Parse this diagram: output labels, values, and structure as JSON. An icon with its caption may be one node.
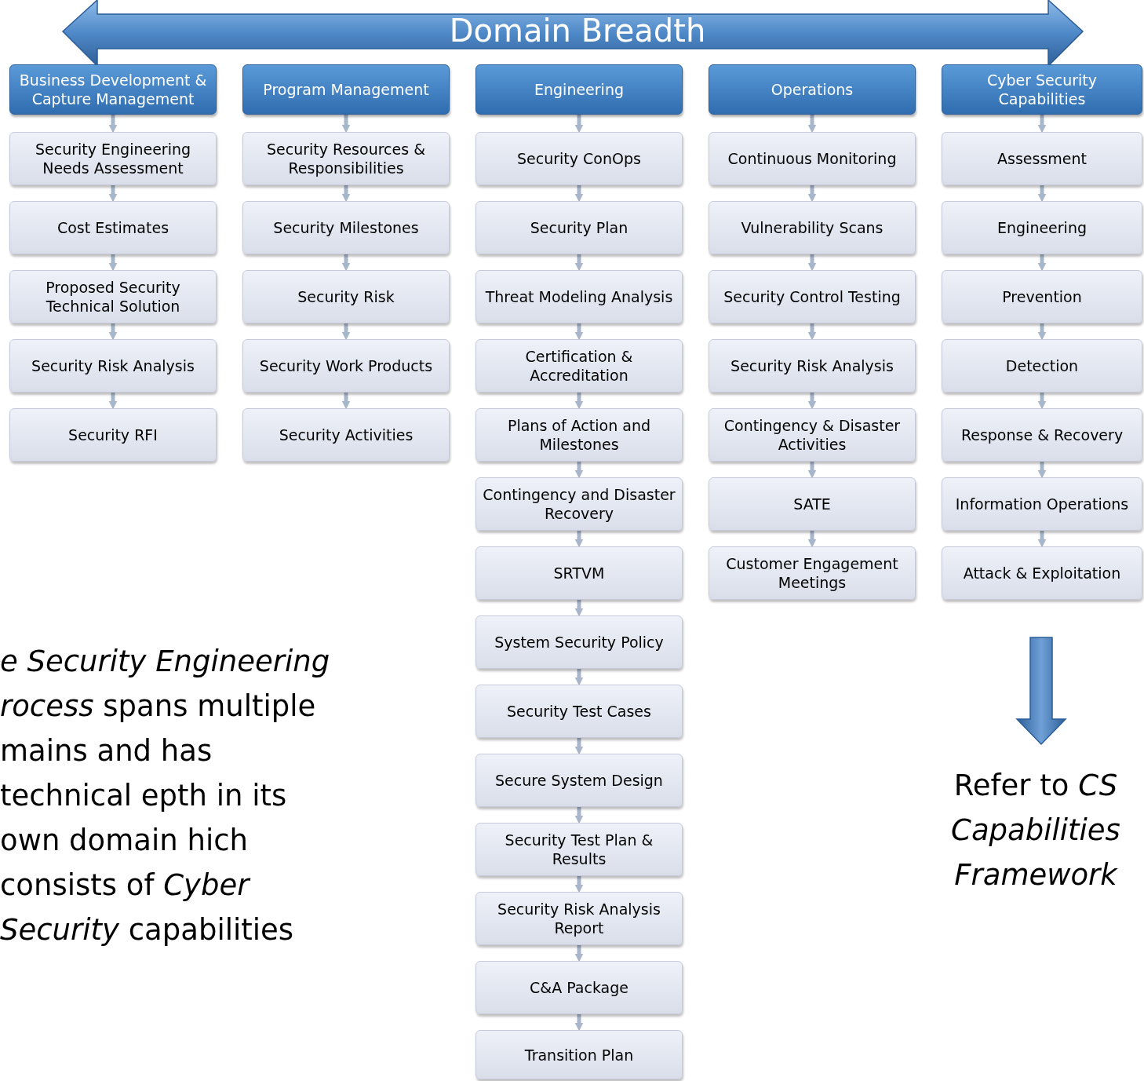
{
  "diagram": {
    "title": "Domain Breadth",
    "nodes": [
      {
        "text": [
          "Business Development & Capture Management"
        ]
      },
      {
        "text": [
          "Security Engineering Needs Assessment"
        ]
      },
      {
        "text": [
          "Cost Estimates"
        ]
      },
      {
        "text": [
          "Proposed Security Technical Solution"
        ]
      },
      {
        "text": [
          "Security Risk Analysis"
        ]
      },
      {
        "text": [
          "Security RFI"
        ]
      },
      {
        "text": [
          "Program Management"
        ]
      },
      {
        "text": [
          "Security Resources & Responsibilities"
        ]
      },
      {
        "text": [
          "Security Milestones"
        ]
      },
      {
        "text": [
          "Security Risk"
        ]
      },
      {
        "text": [
          "Security Work Products"
        ]
      },
      {
        "text": [
          "Security Activities"
        ]
      },
      {
        "text": [
          "Engineering"
        ]
      },
      {
        "text": [
          "Security ConOps"
        ]
      },
      {
        "text": [
          "Security Plan"
        ]
      },
      {
        "text": [
          "Threat Modeling Analysis"
        ]
      },
      {
        "text": [
          "Certification & Accreditation"
        ]
      },
      {
        "text": [
          "Plans of Action and Milestones"
        ]
      },
      {
        "text": [
          "Contingency and Disaster Recovery"
        ]
      },
      {
        "text": [
          "SRTVM"
        ]
      },
      {
        "text": [
          "System Security Policy"
        ]
      },
      {
        "text": [
          "Security Test Cases"
        ]
      },
      {
        "text": [
          "Secure System Design"
        ]
      },
      {
        "text": [
          "Security Test Plan & Results"
        ]
      },
      {
        "text": [
          "Security Risk Analysis Report"
        ]
      },
      {
        "text": [
          "C&A Package"
        ]
      },
      {
        "text": [
          "Transition Plan"
        ]
      },
      {
        "text": [
          "Operations"
        ]
      },
      {
        "text": [
          "Continuous Monitoring"
        ]
      },
      {
        "text": [
          "Vulnerability Scans"
        ]
      },
      {
        "text": [
          "Security Control Testing"
        ]
      },
      {
        "text": [
          "Security Risk Analysis"
        ]
      },
      {
        "text": [
          "Contingency & Disaster Activities"
        ]
      },
      {
        "text": [
          "SATE"
        ]
      },
      {
        "text": [
          "Customer Engagement Meetings"
        ]
      },
      {
        "text": [
          "Cyber Security Capabilities"
        ]
      },
      {
        "text": [
          "Assessment"
        ]
      },
      {
        "text": [
          "Engineering"
        ]
      },
      {
        "text": [
          "Prevention"
        ]
      },
      {
        "text": [
          "Detection"
        ]
      },
      {
        "text": [
          "Response & Recovery"
        ]
      },
      {
        "text": [
          "Information Operations"
        ]
      },
      {
        "text": [
          "Attack & Exploitation"
        ]
      }
    ],
    "edges": [
      {
        "from": 0,
        "to": 1,
        "arrow": "to"
      },
      {
        "from": 1,
        "to": 2,
        "arrow": "to"
      },
      {
        "from": 2,
        "to": 3,
        "arrow": "to"
      },
      {
        "from": 3,
        "to": 4,
        "arrow": "to"
      },
      {
        "from": 4,
        "to": 5,
        "arrow": "to"
      },
      {
        "from": 6,
        "to": 7,
        "arrow": "to"
      },
      {
        "from": 7,
        "to": 8,
        "arrow": "to"
      },
      {
        "from": 8,
        "to": 9,
        "arrow": "to"
      },
      {
        "from": 9,
        "to": 10,
        "arrow": "to"
      },
      {
        "from": 10,
        "to": 11,
        "arrow": "to"
      },
      {
        "from": 12,
        "to": 13,
        "arrow": "to"
      },
      {
        "from": 13,
        "to": 14,
        "arrow": "to"
      },
      {
        "from": 14,
        "to": 15,
        "arrow": "to"
      },
      {
        "from": 15,
        "to": 16,
        "arrow": "to"
      },
      {
        "from": 16,
        "to": 17,
        "arrow": "to"
      },
      {
        "from": 17,
        "to": 18,
        "arrow": "to"
      },
      {
        "from": 18,
        "to": 19,
        "arrow": "to"
      },
      {
        "from": 19,
        "to": 20,
        "arrow": "to"
      },
      {
        "from": 20,
        "to": 21,
        "arrow": "to"
      },
      {
        "from": 21,
        "to": 22,
        "arrow": "to"
      },
      {
        "from": 22,
        "to": 23,
        "arrow": "to"
      },
      {
        "from": 23,
        "to": 24,
        "arrow": "to"
      },
      {
        "from": 24,
        "to": 25,
        "arrow": "to"
      },
      {
        "from": 25,
        "to": 26,
        "arrow": "to"
      },
      {
        "from": 27,
        "to": 28,
        "arrow": "to"
      },
      {
        "from": 28,
        "to": 29,
        "arrow": "to"
      },
      {
        "from": 29,
        "to": 30,
        "arrow": "to"
      },
      {
        "from": 30,
        "to": 31,
        "arrow": "to"
      },
      {
        "from": 31,
        "to": 32,
        "arrow": "to"
      },
      {
        "from": 32,
        "to": 33,
        "arrow": "to"
      },
      {
        "from": 33,
        "to": 34,
        "arrow": "to"
      },
      {
        "from": 35,
        "to": 36,
        "arrow": "to"
      },
      {
        "from": 36,
        "to": 37,
        "arrow": "to"
      },
      {
        "from": 37,
        "to": 38,
        "arrow": "to"
      },
      {
        "from": 38,
        "to": 39,
        "arrow": "to"
      },
      {
        "from": 39,
        "to": 40,
        "arrow": "to"
      },
      {
        "from": 40,
        "to": 41,
        "arrow": "to"
      },
      {
        "from": 41,
        "to": 42,
        "arrow": "to"
      }
    ],
    "labels": [
      "*e Security Engineering rocess* spans multiple mains and has technical epth in its own domain hich consists of *Cyber Security* capabilities",
      "Refer to *CS Capabilities Framework*"
    ]
  }
}
